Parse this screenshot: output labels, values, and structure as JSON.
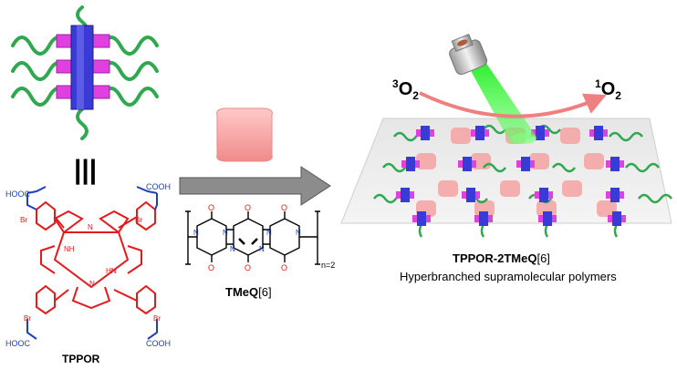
{
  "labels": {
    "tppor": "TPPOR",
    "tmeq_bold": "TMeQ",
    "tmeq_suffix": "[6]",
    "n_repeat": "n=2",
    "product_bold": "TPPOR-2TMeQ",
    "product_suffix": "[6]",
    "product_desc": "Hyperbranched supramolecular polymers",
    "equiv_symbol": "|||",
    "triplet_oxygen_sup": "3",
    "triplet_oxygen": "O",
    "triplet_oxygen_sub": "2",
    "singlet_oxygen_sup": "1",
    "singlet_oxygen": "O",
    "singlet_oxygen_sub": "2"
  },
  "porphyrin_atoms": {
    "cooh_top_left": "HOOC",
    "cooh_top_right": "COOH",
    "cooh_bottom_left": "HOOC",
    "cooh_bottom_right": "COOH",
    "br_top_left": "Br",
    "br_top_right": "Br",
    "br_bottom_left": "Br",
    "br_bottom_right": "Br",
    "n_plus": "N",
    "nh_top": "NH",
    "nh_bottom": "HN",
    "n_left": "N",
    "n_right": "N"
  },
  "tmeq_atoms": {
    "carbonyl_o": "O",
    "ring_n": "N"
  },
  "colors": {
    "porphyrin": "#e41a1c",
    "linker": "#1f3fbf",
    "macrocycle": "#f5a3a3",
    "ribbon": "#2fa84f",
    "cube_blue": "#3a3ad6",
    "cube_magenta": "#e040e0",
    "arrow_gray": "#8c8c8c",
    "light_beam": "#33ee33"
  }
}
